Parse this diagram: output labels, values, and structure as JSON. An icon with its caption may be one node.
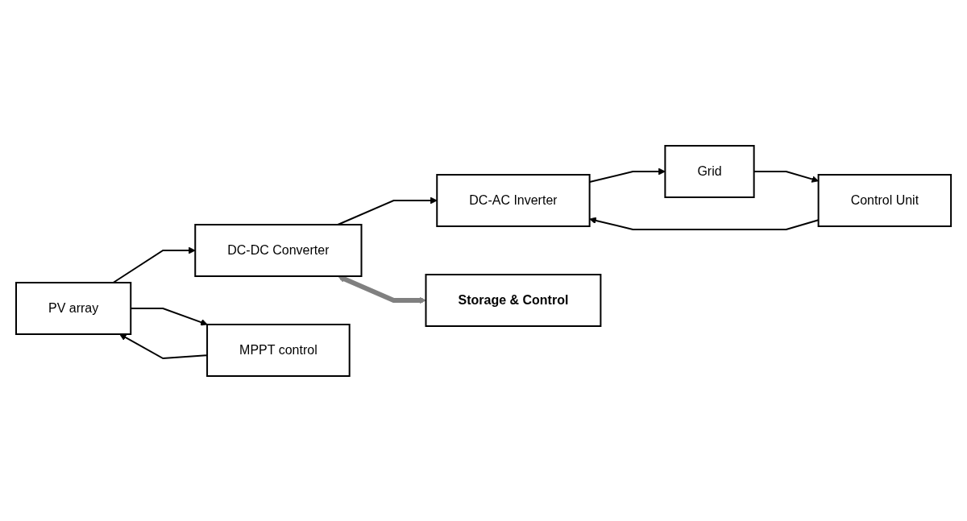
{
  "diagram": {
    "nodes": [
      {
        "text": [
          "PV array"
        ]
      },
      {
        "text": [
          "DC-DC Converter"
        ]
      },
      {
        "text": [
          "DC-AC Inverter"
        ]
      },
      {
        "text": [
          "Grid"
        ]
      },
      {
        "text": [
          "MPPT control"
        ]
      },
      {
        "text": [
          "Storage & Control"
        ]
      },
      {
        "text": [
          "Control Unit"
        ]
      }
    ],
    "edges": [
      {
        "from": 0,
        "to": 1,
        "arrow": "to"
      },
      {
        "from": 0,
        "to": 4,
        "arrow": "to"
      },
      {
        "from": 4,
        "to": 0,
        "arrow": "to"
      },
      {
        "from": 1,
        "to": 2,
        "arrow": "to"
      },
      {
        "from": 1,
        "to": 5,
        "arrow": "both",
        "style": "thick",
        "color": "#808080"
      },
      {
        "from": 6,
        "to": 2,
        "arrow": "to"
      },
      {
        "from": 2,
        "to": 3,
        "arrow": "to"
      },
      {
        "from": 3,
        "to": 6,
        "arrow": "to"
      }
    ]
  }
}
